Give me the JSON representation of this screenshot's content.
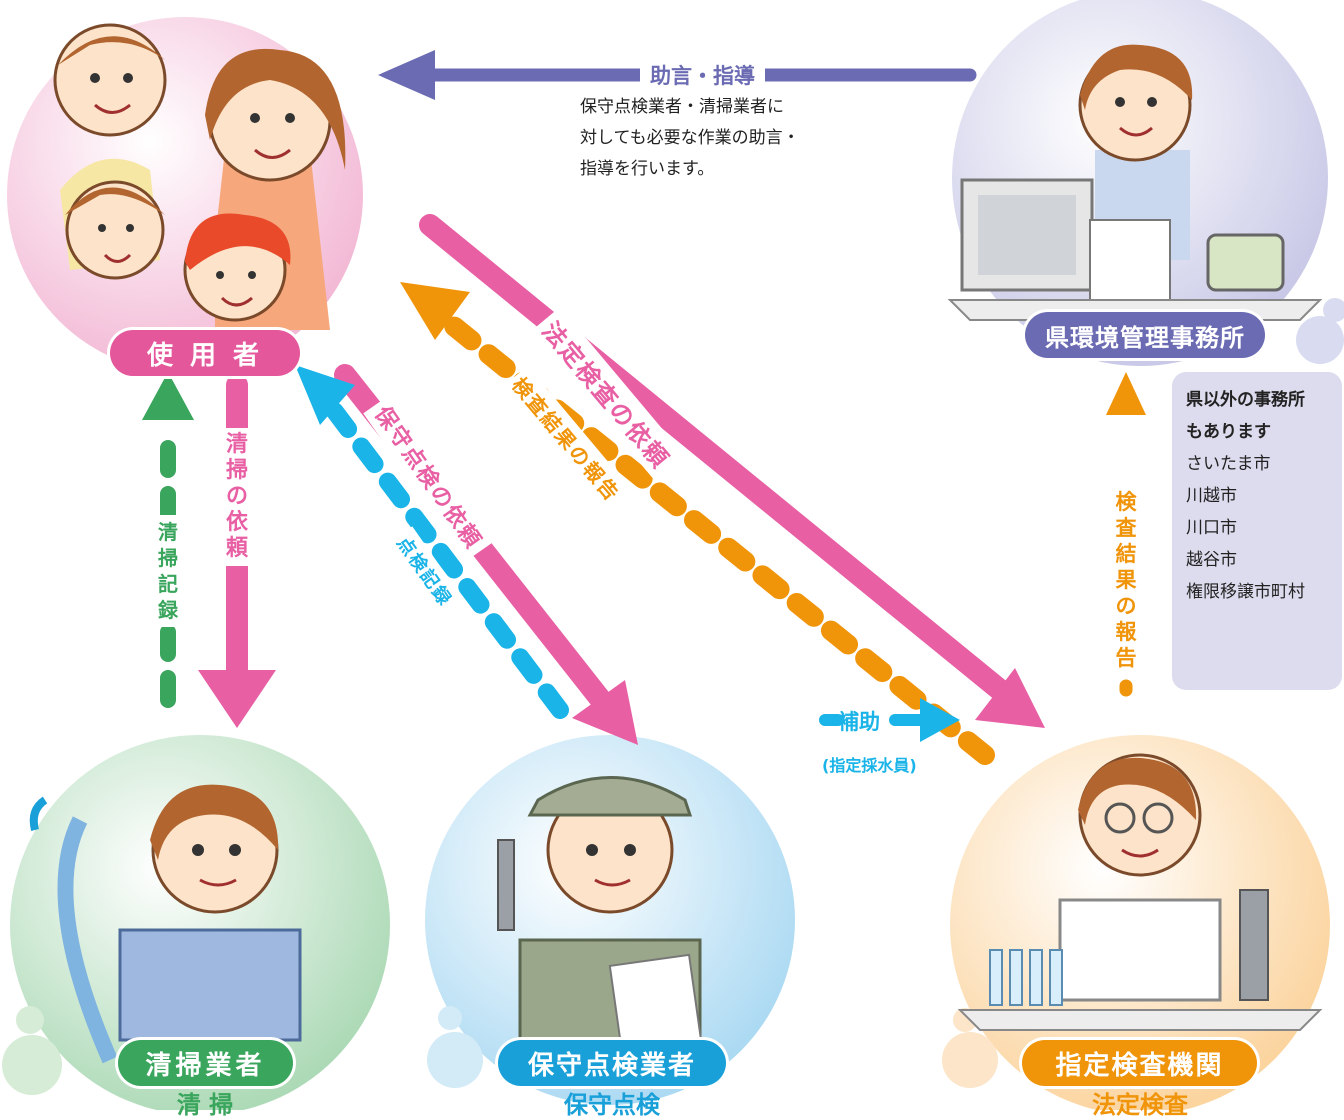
{
  "nodes": {
    "user": {
      "label": "使 用 者",
      "color": "#e4579b"
    },
    "office": {
      "label": "県環境管理事務所",
      "color": "#6b6bb3"
    },
    "cleaner": {
      "label": "清掃業者",
      "sub": "清 掃",
      "color": "#3aa55c"
    },
    "maintenance": {
      "label": "保守点検業者",
      "sub": "保守点検",
      "color": "#1aa0d8"
    },
    "inspection": {
      "label": "指定検査機関",
      "sub": "法定検査",
      "color": "#f0940a"
    }
  },
  "arrows": {
    "advice": {
      "label": "助言・指導",
      "note_lines": [
        "保守点検業者・清掃業者に",
        "対しても必要な作業の助言・",
        "指導を行います。"
      ]
    },
    "legal_request": "法定検査の依頼",
    "result_to_user": "検査結果の報告",
    "maint_request": "保守点検の依頼",
    "maint_record": "点検記録",
    "clean_request": "清掃の依頼",
    "clean_record": "清掃記録",
    "result_to_office": "検査結果の報告",
    "assist": {
      "label": "補助",
      "sub": "(指定採水員)"
    }
  },
  "other_offices": {
    "heading_lines": [
      "県以外の事務所",
      "もあります"
    ],
    "cities": [
      "さいたま市",
      "川越市",
      "川口市",
      "越谷市",
      "権限移譲市町村"
    ]
  }
}
